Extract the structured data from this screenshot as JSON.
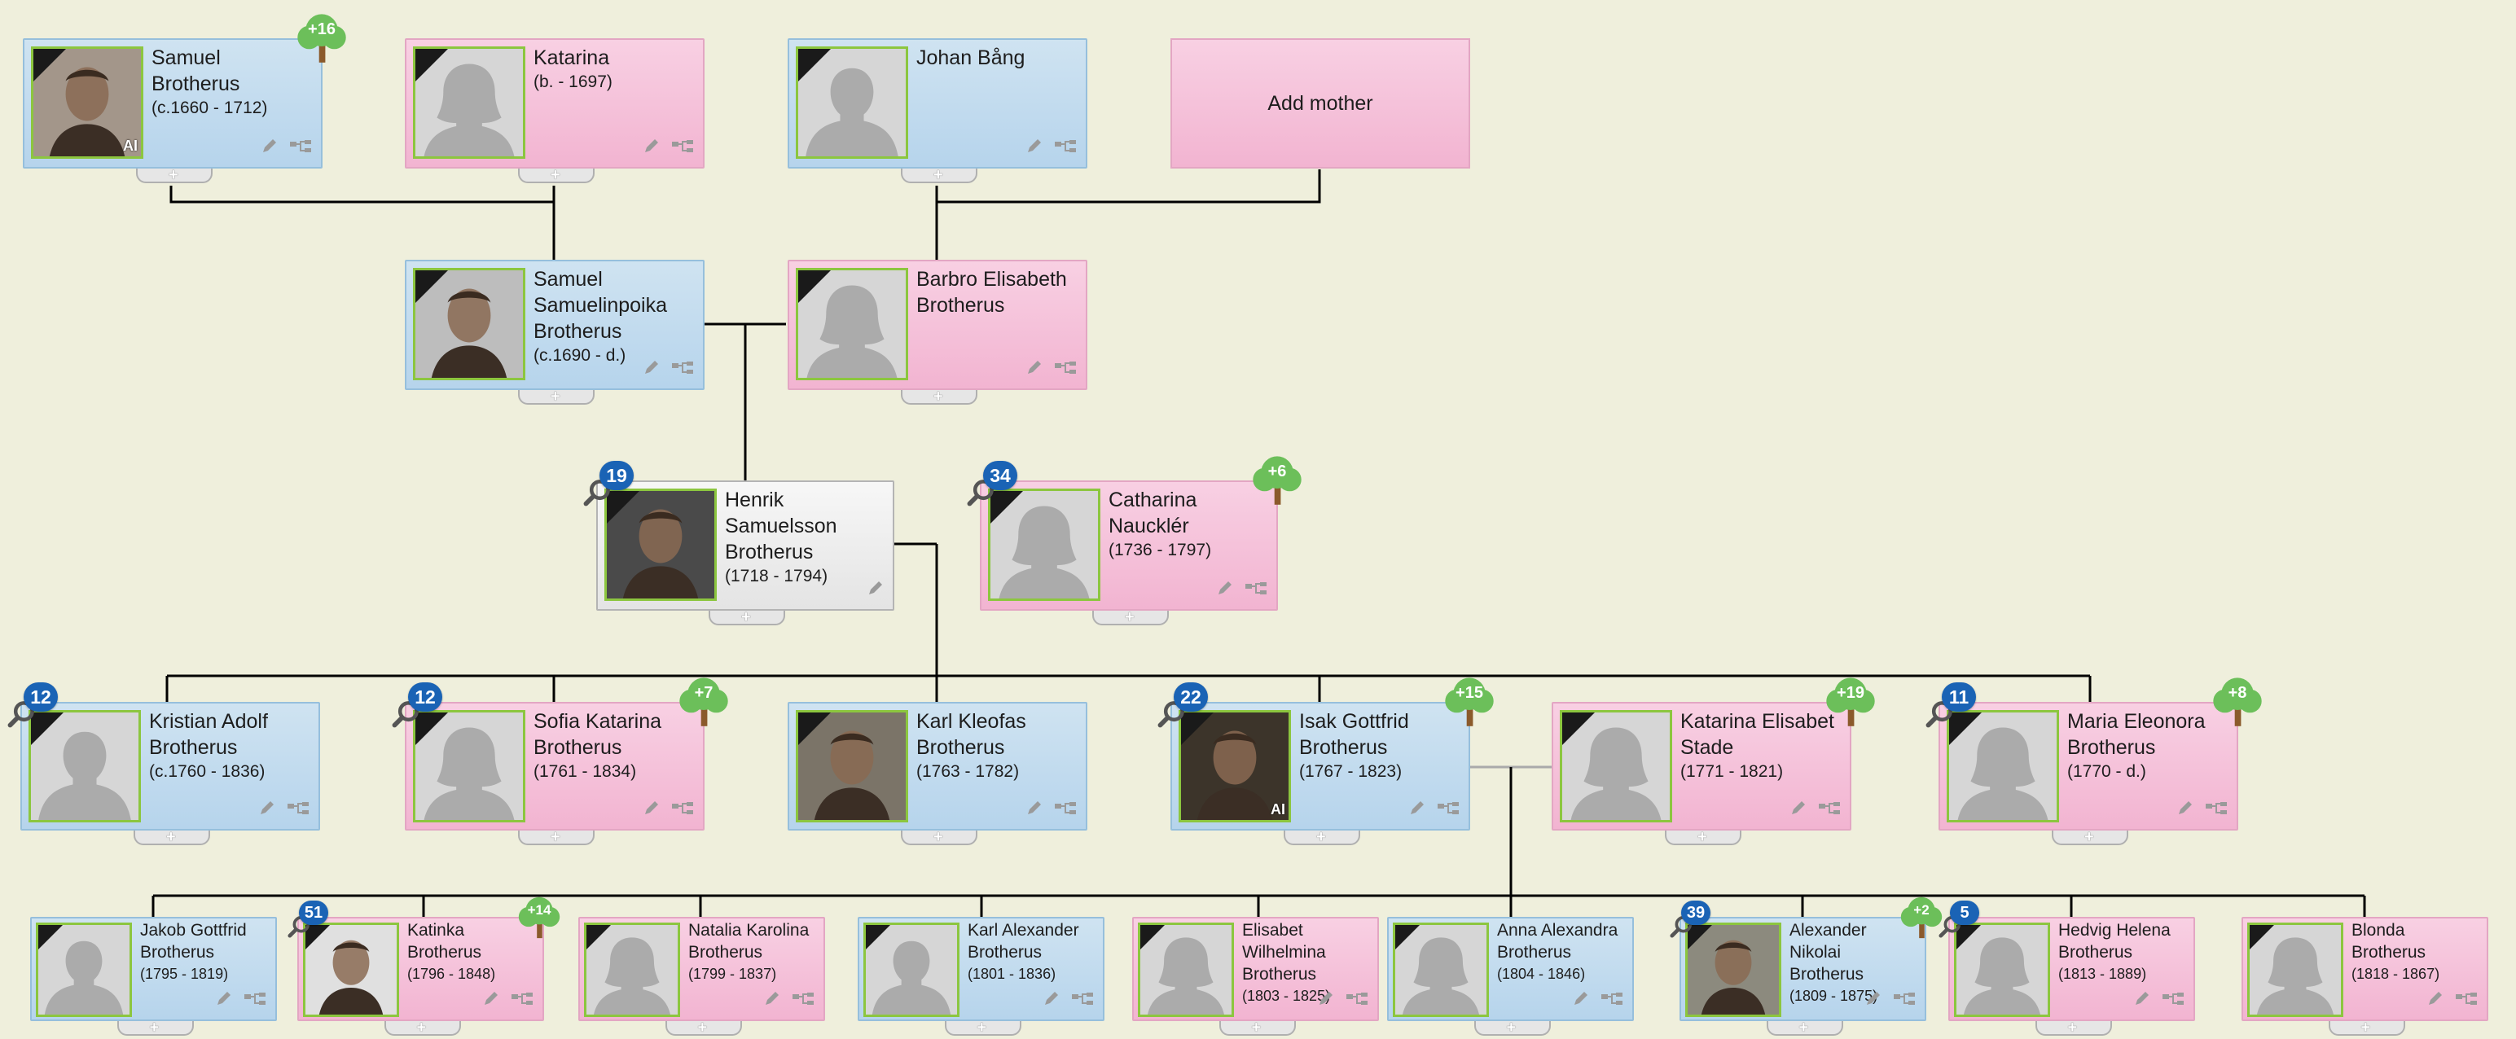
{
  "add_mother_label": "Add mother",
  "colors": {
    "male": "#b6d4ec",
    "female": "#f2b4d1",
    "neutral": "#e4e4e4",
    "line": "#000000",
    "badge": "#1a63b5",
    "tree_green": "#6cbf5a",
    "photo_border": "#8cc63f"
  },
  "people": [
    {
      "id": "samuel-sr",
      "name": "Samuel\nBrotherus",
      "dates": "(c.1660 - 1712)",
      "gender": "male",
      "photo": "portrait",
      "tree_count": "+16",
      "ai": "AI"
    },
    {
      "id": "katarina",
      "name": "Katarina",
      "dates": "(b. - 1697)",
      "gender": "female",
      "photo": "silhouette-female"
    },
    {
      "id": "johan",
      "name": "Johan Bång",
      "dates": "",
      "gender": "male",
      "photo": "silhouette-male"
    },
    {
      "id": "samuel-jr",
      "name": "Samuel\nSamuelinpoika\nBrotherus",
      "dates": "(c.1690 -  d.)",
      "gender": "male",
      "photo": "portrait"
    },
    {
      "id": "barbro",
      "name": "Barbro Elisabeth\nBrotherus",
      "dates": "",
      "gender": "female",
      "photo": "silhouette-female"
    },
    {
      "id": "henrik",
      "name": "Henrik\nSamuelsson\nBrotherus",
      "dates": "(1718 - 1794)",
      "gender": "neutral",
      "photo": "portrait",
      "badge": "19"
    },
    {
      "id": "catharina",
      "name": "Catharina\nNaucklér",
      "dates": "(1736 - 1797)",
      "gender": "female",
      "photo": "silhouette-female",
      "badge": "34",
      "tree_count": "+6"
    },
    {
      "id": "kristian",
      "name": "Kristian Adolf\nBrotherus",
      "dates": "(c.1760 - 1836)",
      "gender": "male",
      "photo": "silhouette-male",
      "badge": "12"
    },
    {
      "id": "sofia",
      "name": "Sofia Katarina\nBrotherus",
      "dates": "(1761 - 1834)",
      "gender": "female",
      "photo": "silhouette-female",
      "badge": "12",
      "tree_count": "+7"
    },
    {
      "id": "karl-kleofas",
      "name": "Karl Kleofas\nBrotherus",
      "dates": "(1763 - 1782)",
      "gender": "male",
      "photo": "portrait"
    },
    {
      "id": "isak",
      "name": "Isak Gottfrid\nBrotherus",
      "dates": "(1767 - 1823)",
      "gender": "male",
      "photo": "portrait",
      "badge": "22",
      "tree_count": "+15",
      "ai": "AI"
    },
    {
      "id": "katarina-stade",
      "name": "Katarina Elisabet\nStade",
      "dates": "(1771 - 1821)",
      "gender": "female",
      "photo": "silhouette-female",
      "tree_count": "+19"
    },
    {
      "id": "maria",
      "name": "Maria Eleonora\nBrotherus",
      "dates": "(1770 -  d.)",
      "gender": "female",
      "photo": "silhouette-female",
      "badge": "11",
      "tree_count": "+8"
    },
    {
      "id": "jakob",
      "name": "Jakob Gottfrid\nBrotherus",
      "dates": "(1795 - 1819)",
      "gender": "male",
      "photo": "silhouette-male"
    },
    {
      "id": "katinka",
      "name": "Katinka\nBrotherus",
      "dates": "(1796 - 1848)",
      "gender": "female",
      "photo": "portrait",
      "badge": "51",
      "tree_count": "+14"
    },
    {
      "id": "natalia",
      "name": "Natalia Karolina\nBrotherus",
      "dates": "(1799 - 1837)",
      "gender": "female",
      "photo": "silhouette-female"
    },
    {
      "id": "karl-alexander",
      "name": "Karl Alexander\nBrotherus",
      "dates": "(1801 - 1836)",
      "gender": "male",
      "photo": "silhouette-male"
    },
    {
      "id": "elisabet",
      "name": "Elisabet\nWilhelmina\nBrotherus",
      "dates": "(1803 - 1825)",
      "gender": "female",
      "photo": "silhouette-female"
    },
    {
      "id": "anna",
      "name": "Anna Alexandra\nBrotherus",
      "dates": "(1804 - 1846)",
      "gender": "male",
      "photo": "silhouette-female"
    },
    {
      "id": "alexander",
      "name": "Alexander\nNikolai\nBrotherus",
      "dates": "(1809 - 1875)",
      "gender": "male",
      "photo": "portrait",
      "badge": "39",
      "tree_count": "+2"
    },
    {
      "id": "hedvig",
      "name": "Hedvig Helena\nBrotherus",
      "dates": "(1813 - 1889)",
      "gender": "female",
      "photo": "silhouette-female",
      "badge": "5"
    },
    {
      "id": "blonda",
      "name": "Blonda\nBrotherus",
      "dates": "(1818 - 1867)",
      "gender": "female",
      "photo": "silhouette-female"
    }
  ]
}
